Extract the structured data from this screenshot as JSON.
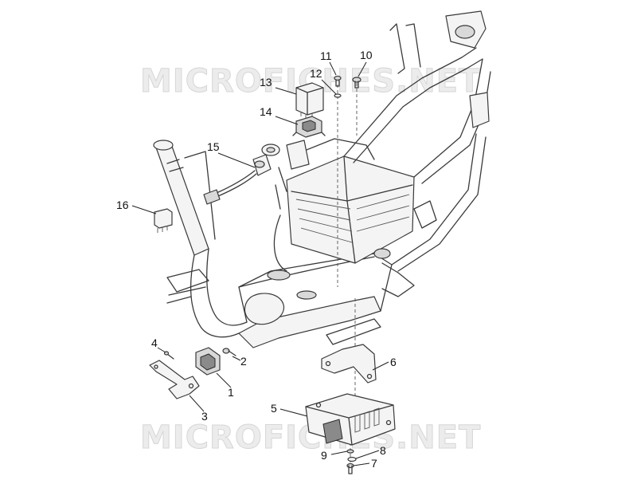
{
  "watermarks": [
    "MICROFICHES.NET",
    "MICROFICHES.NET"
  ],
  "callouts": [
    "1",
    "2",
    "3",
    "4",
    "5",
    "6",
    "7",
    "8",
    "9",
    "10",
    "11",
    "12",
    "13",
    "14",
    "15",
    "16"
  ]
}
